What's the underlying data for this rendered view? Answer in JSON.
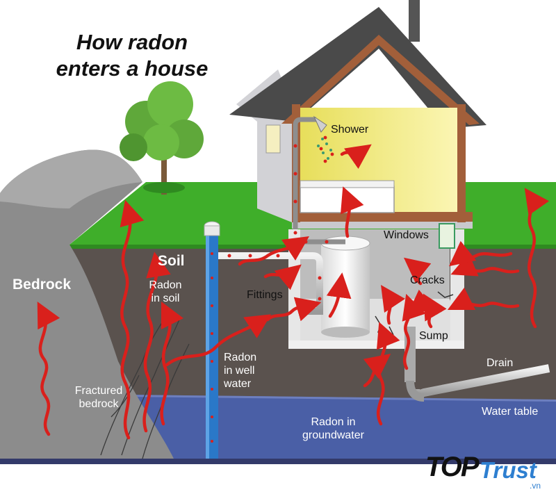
{
  "title": "How radon\nenters a house",
  "labels": {
    "shower": "Shower",
    "windows": "Windows",
    "cracks": "Cracks",
    "fittings": "Fittings",
    "sump": "Sump",
    "drain": "Drain",
    "water_table": "Water table",
    "soil": "Soil",
    "bedrock": "Bedrock",
    "radon_in_soil": "Radon\nin soil",
    "fractured_bedrock": "Fractured\nbedrock",
    "radon_in_well_water": "Radon\nin well\nwater",
    "radon_in_groundwater": "Radon in\ngroundwater"
  },
  "watermark": {
    "top": "TOP",
    "trust": "Trust",
    "vn": ".vn"
  },
  "colors": {
    "arrow": "#d9201c",
    "soil": "#5a524e",
    "grass": "#3fae2a",
    "water": "#4a5fa6",
    "bedrock": "#8a8a8a",
    "sky_roof": "#4a4a4a",
    "wall": "#e8e8ea",
    "interior": "#f4ea70",
    "well_pipe": "#2a78c8"
  }
}
